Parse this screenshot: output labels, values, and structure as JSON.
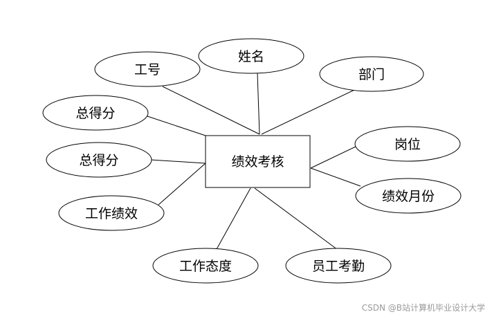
{
  "diagram": {
    "entity": "绩效考核",
    "attributes": {
      "gonghao": "工号",
      "xingming": "姓名",
      "bumen": "部门",
      "zongdefen_1": "总得分",
      "zongdefen_2": "总得分",
      "gangwei": "岗位",
      "gongzuojixiao": "工作绩效",
      "jixiaoyuefen": "绩效月份",
      "gongzuotaidu": "工作态度",
      "yuangongkaoqin": "员工考勤"
    }
  },
  "watermark": "CSDN @B站计算机毕业设计大学"
}
